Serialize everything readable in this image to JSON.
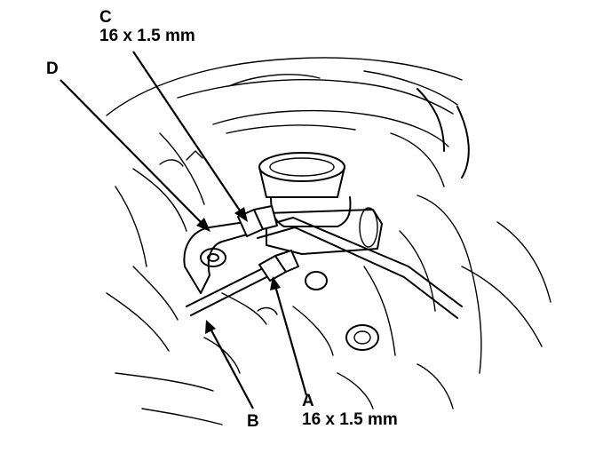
{
  "callouts": {
    "c": {
      "letter": "C",
      "spec": "16 x 1.5 mm"
    },
    "d": {
      "letter": "D"
    },
    "a": {
      "letter": "A",
      "spec": "16 x 1.5 mm"
    },
    "b": {
      "letter": "B"
    }
  }
}
